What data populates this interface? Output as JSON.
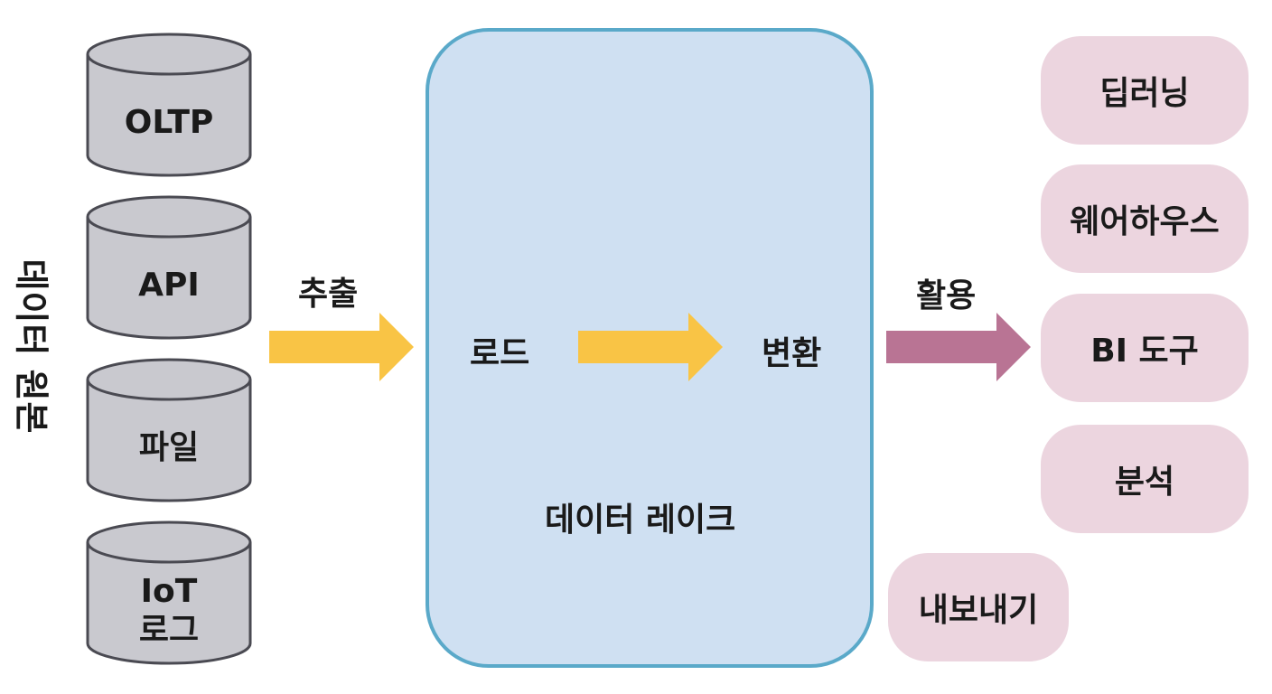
{
  "diagram": {
    "source_group_label": "데이터 원본",
    "sources": [
      {
        "label": "OLTP"
      },
      {
        "label": "API"
      },
      {
        "label": "파일"
      },
      {
        "label_lines": [
          "IoT",
          "로그"
        ]
      }
    ],
    "extract_label": "추출",
    "lake": {
      "title": "데이터 레이크",
      "load_label": "로드",
      "transform_label": "변환"
    },
    "use_label": "활용",
    "consumers": [
      {
        "label": "딥러닝"
      },
      {
        "label": "웨어하우스"
      },
      {
        "label": "BI 도구"
      },
      {
        "label": "분석"
      }
    ],
    "export_label": "내보내기"
  },
  "colors": {
    "cylinder_fill": "#c9c9cf",
    "cylinder_stroke": "#4a4a52",
    "lake_fill": "#cfe0f2",
    "lake_border": "#5aa9c9",
    "arrow_yellow": "#f9c445",
    "arrow_mauve": "#b97494",
    "pill_fill": "#ecd5df"
  }
}
